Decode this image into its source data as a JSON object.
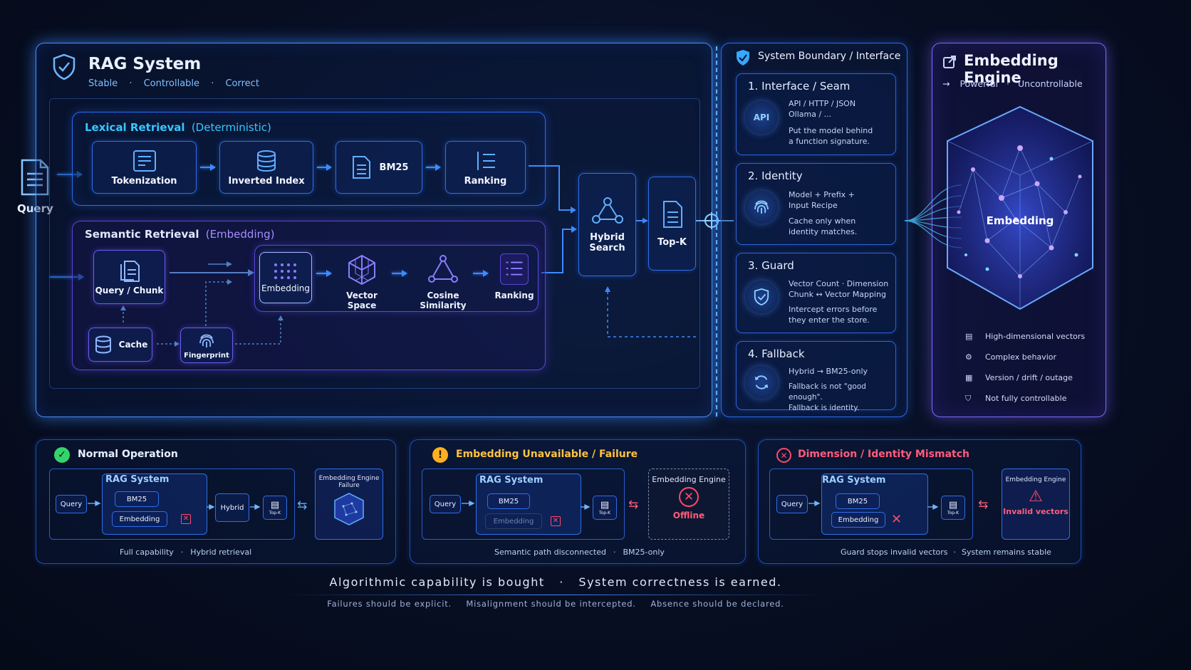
{
  "query": {
    "label": "Query"
  },
  "rag_system": {
    "title": "RAG System",
    "subtitle": [
      "Stable",
      "Controllable",
      "Correct"
    ],
    "sep": "·"
  },
  "lexical": {
    "title": "Lexical Retrieval",
    "qualifier": "(Deterministic)",
    "steps": [
      "Tokenization",
      "Inverted Index",
      "BM25",
      "Ranking"
    ]
  },
  "semantic": {
    "title": "Semantic Retrieval",
    "qualifier": "(Embedding)",
    "query_chunk": "Query / Chunk",
    "embedding": "Embedding",
    "vector_space": "Vector Space",
    "cosine": "Cosine Similarity",
    "ranking": "Ranking",
    "cache": "Cache",
    "fingerprint": "Fingerprint"
  },
  "hybrid": {
    "line1": "Hybrid",
    "line2": "Search"
  },
  "topk": {
    "label": "Top-K"
  },
  "boundary": {
    "title": "System Boundary / Interface",
    "cards": [
      {
        "title": "1. Interface / Seam",
        "icon_text": "API",
        "text1": "API / HTTP / JSON",
        "text2": "Ollama / ...",
        "text3": "Put the model behind",
        "text4": "a function signature."
      },
      {
        "title": "2.  Identity",
        "text1": "Model + Prefix +",
        "text2": "Input Recipe",
        "text3": "Cache only when",
        "text4": "identity matches."
      },
      {
        "title": "3.  Guard",
        "text1": "Vector Count · Dimension",
        "text2": "Chunk ↔ Vector Mapping",
        "text3": "Intercept errors before",
        "text4": "they enter the store."
      },
      {
        "title": "4.  Fallback",
        "text1": "Hybrid → BM25-only",
        "text3": "Fallback is not \"good enough\".",
        "text4": "Fallback is identity."
      }
    ]
  },
  "engine": {
    "title": "Embedding Engine",
    "subtitle": [
      "Powerful",
      "Uncontrollable"
    ],
    "cube_label": "Embedding",
    "traits": [
      "High-dimensional vectors",
      "Complex behavior",
      "Version / drift / outage",
      "Not fully controllable"
    ]
  },
  "scenarios": [
    {
      "title": "Normal Operation",
      "color": "#35d46a",
      "rag": "RAG System",
      "query": "Query",
      "bm25": "BM25",
      "embedding": "Embedding",
      "hybrid": "Hybrid",
      "topk": "Top-K",
      "engine_line1": "Embedding Engine",
      "engine_line2": "Failure",
      "caption1": "Full capability",
      "caption2": "Hybrid retrieval"
    },
    {
      "title": "Embedding Unavailable / Failure",
      "color": "#ffb020",
      "rag": "RAG System",
      "query": "Query",
      "bm25": "BM25",
      "embedding": "Embedding",
      "topk": "Top-K",
      "engine_line1": "Embedding Engine",
      "engine_status": "Offline",
      "caption1": "Semantic path disconnected",
      "caption2": "BM25-only"
    },
    {
      "title": "Dimension / Identity Mismatch",
      "color": "#ff4a6a",
      "rag": "RAG System",
      "query": "Query",
      "bm25": "BM25",
      "embedding": "Embedding",
      "topk": "Top-K",
      "engine_line1": "Embedding Engine",
      "engine_status": "Invalid vectors",
      "caption1": "Guard stops invalid vectors",
      "caption2": "System remains stable"
    }
  ],
  "footer": {
    "main1": "Algorithmic capability is bought",
    "main2": "System correctness is earned.",
    "sub1": "Failures should be explicit.",
    "sub2": "Misalignment should be intercepted.",
    "sub3": "Absence should be declared."
  },
  "colors": {
    "accent": "#2a6cf0",
    "cyan": "#35c8ff",
    "violet": "#a68cff",
    "bg": "#070e22"
  }
}
